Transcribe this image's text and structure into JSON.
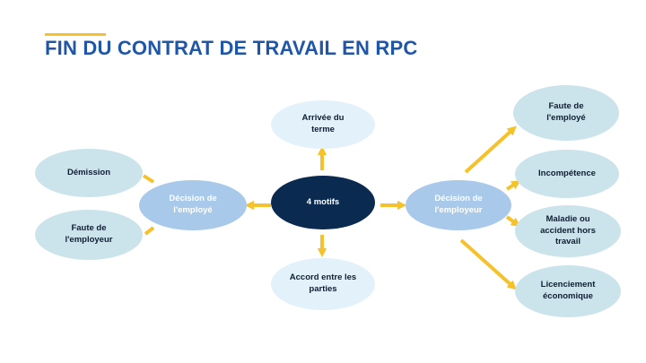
{
  "title": "FIN DU CONTRAT DE TRAVAIL EN RPC",
  "colors": {
    "title": "#1f56a6",
    "accent": "#f5c22b",
    "arrow": "#f5c22b",
    "center": "#0b2a4f",
    "decision": "#a9c9ea",
    "leaf_light": "#e3f1fb",
    "leaf_teal": "#cbe4ec"
  },
  "center": "4 motifs",
  "top": "Arrivée du\nterme",
  "bottom": "Accord entre les\nparties",
  "left_decision": "Décision de\nl'employé",
  "right_decision": "Décision de\nl'employeur",
  "left_leaves": [
    "Démission",
    "Faute de\nl'employeur"
  ],
  "right_leaves": [
    "Faute de\nl'employé",
    "Incompétence",
    "Maladie ou\naccident hors\ntravail",
    "Licenciement\néconomique"
  ]
}
